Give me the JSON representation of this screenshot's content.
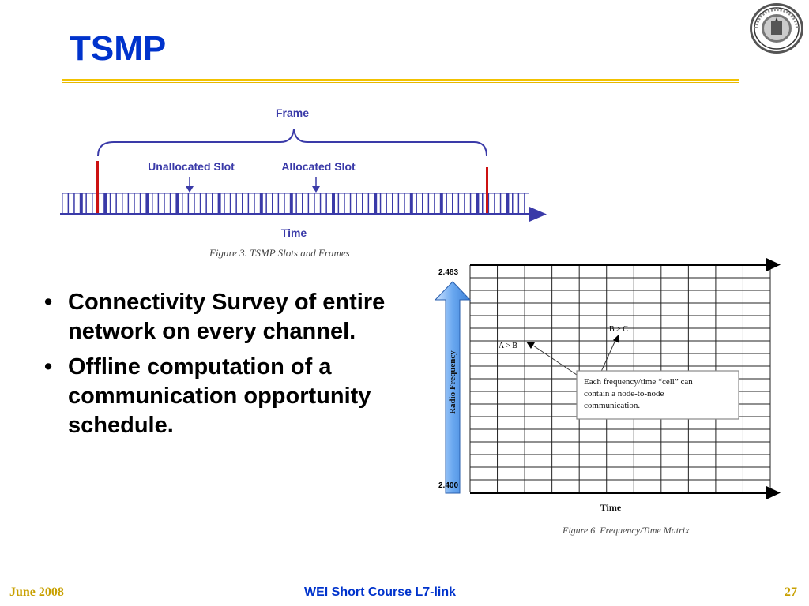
{
  "slide": {
    "title": "TSMP",
    "bullets": [
      "Connectivity Survey of entire network on every channel.",
      "Offline computation of a communication opportunity schedule."
    ],
    "bullet_marker": "•"
  },
  "figure_slots": {
    "frame_label": "Frame",
    "unallocated_label": "Unallocated Slot",
    "allocated_label": "Allocated Slot",
    "axis_label": "Time",
    "caption": "Figure 3. TSMP Slots and Frames"
  },
  "figure_matrix": {
    "y_top": "2.483",
    "y_bottom": "2.400",
    "y_axis_label": "Radio Frequency",
    "x_axis_label": "Time",
    "cell_a": "A > B",
    "cell_b": "B > C",
    "note_line1": "Each frequency/time “cell” can",
    "note_line2": "contain a node-to-node",
    "note_line3": "communication.",
    "caption": "Figure 6. Frequency/Time Matrix"
  },
  "footer": {
    "date": "June 2008",
    "course": "WEI Short Course L7-link",
    "page": "27"
  },
  "colors": {
    "title": "#0033cc",
    "rule": "#f2c200",
    "footer_gold": "#c8a000",
    "slot_blue": "#3a3aa8",
    "frame_red": "#cc1111",
    "arrow_blue": "#5599ee"
  }
}
